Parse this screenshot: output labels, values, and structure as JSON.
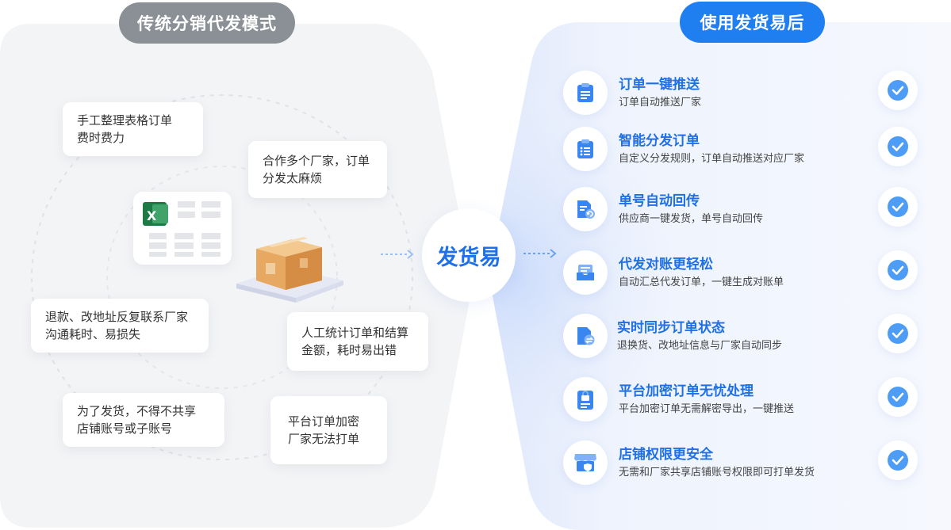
{
  "left": {
    "title": "传统分销代发模式",
    "pain_points": [
      "手工整理表格订单\n费时费力",
      "合作多个厂家，订单\n分发太麻烦",
      "退款、改地址反复联系厂家\n沟通耗时、易损失",
      "人工统计订单和结算\n金额，耗时易出错",
      "为了发货，不得不共享\n店铺账号或子账号",
      "平台订单加密\n厂家无法打单"
    ]
  },
  "center": {
    "label": "发货易"
  },
  "right": {
    "title": "使用发货易后",
    "features": [
      {
        "title": "订单一键推送",
        "desc": "订单自动推送厂家",
        "icon": "clipboard-icon"
      },
      {
        "title": "智能分发订单",
        "desc": "自定义分发规则，订单自动推送对应厂家",
        "icon": "clipboard-list-icon"
      },
      {
        "title": "单号自动回传",
        "desc": "供应商一键发货，单号自动回传",
        "icon": "document-return-icon"
      },
      {
        "title": "代发对账更轻松",
        "desc": "自动汇总代发订单，一键生成对账单",
        "icon": "mail-tray-icon"
      },
      {
        "title": "实时同步订单状态",
        "desc": "退换货、改地址信息与厂家自动同步",
        "icon": "document-sync-icon"
      },
      {
        "title": "平台加密订单无忧处理",
        "desc": "平台加密订单无需解密导出，一键推送",
        "icon": "lock-document-icon"
      },
      {
        "title": "店铺权限更安全",
        "desc": "无需和厂家共享店铺账号权限即可打单发货",
        "icon": "store-shield-icon"
      }
    ]
  },
  "colors": {
    "accent": "#1f7ef0",
    "title_blue": "#1f6fe6",
    "gray_pill": "#8a9095",
    "check_blue": "#4d9cf5"
  }
}
